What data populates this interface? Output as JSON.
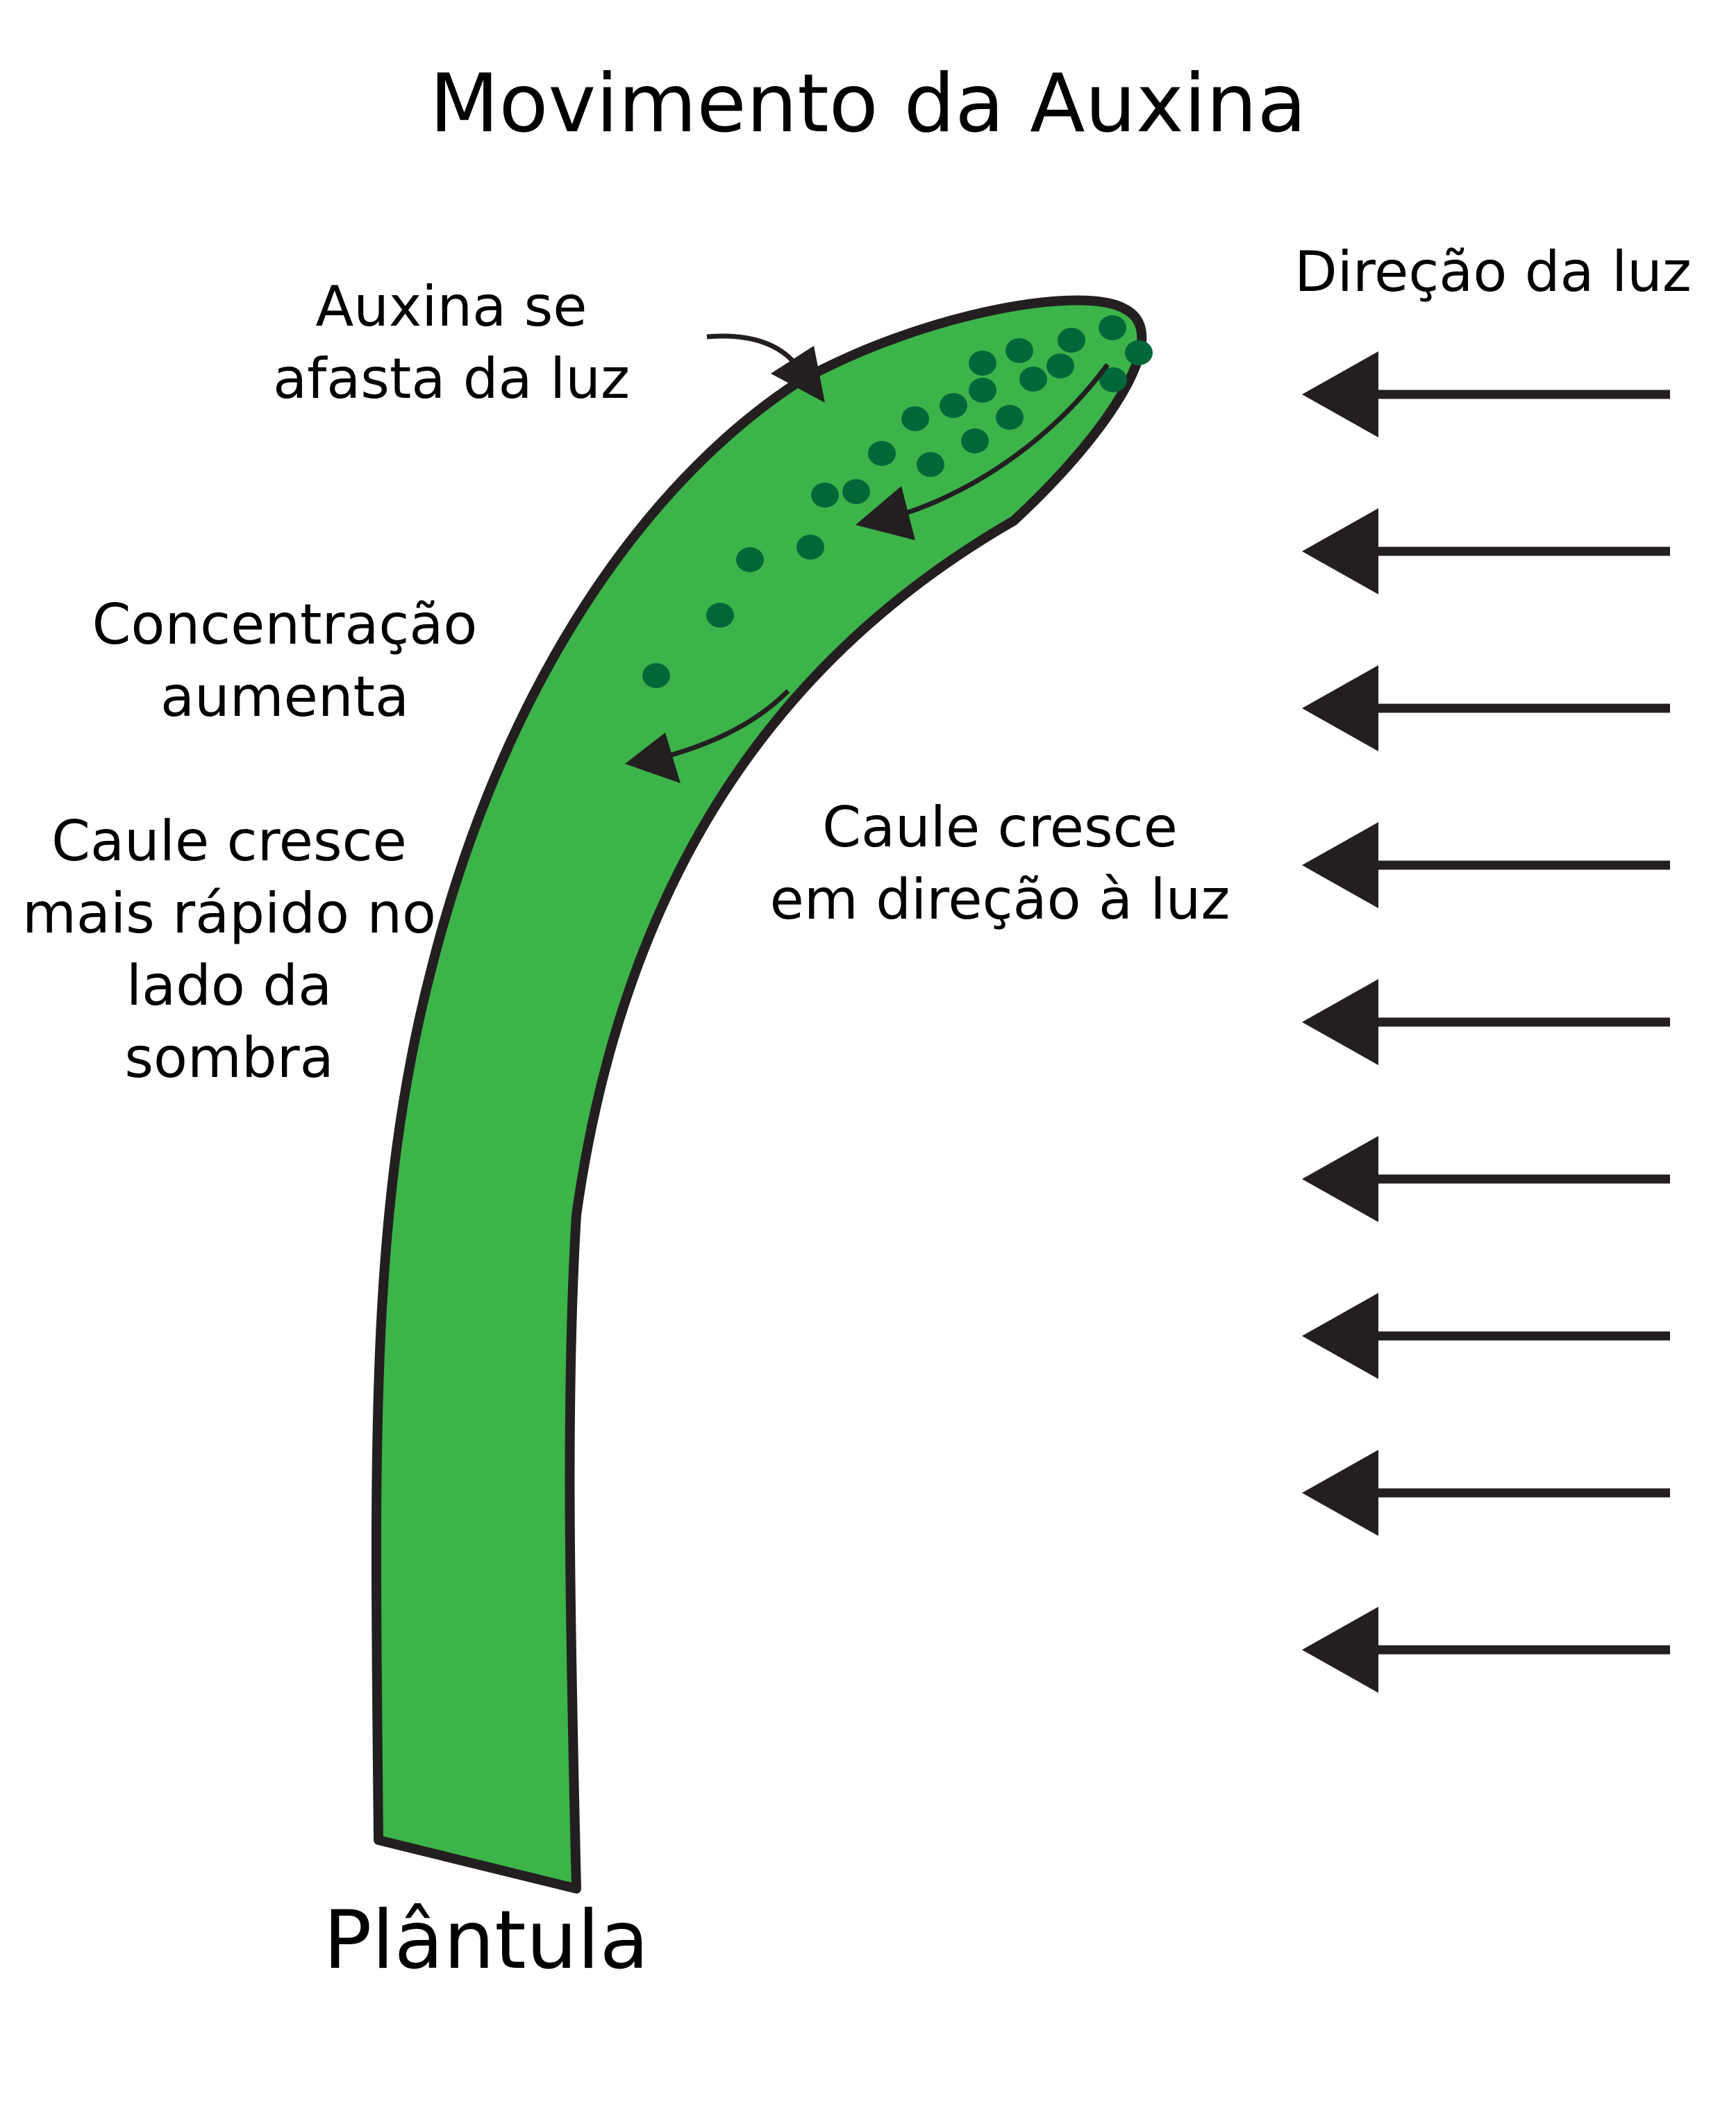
{
  "title": "Movimento da Auxina",
  "labels": {
    "light_direction": "Direção da luz",
    "auxin_moves_away": [
      "Auxina se",
      "afasta da luz"
    ],
    "concentration_increases": [
      "Concentração",
      "aumenta"
    ],
    "stem_grows_faster_shade": [
      "Caule cresce",
      "mais rápido no",
      "lado da",
      "sombra"
    ],
    "stem_grows_toward_light": [
      "Caule cresce",
      "em direção à luz"
    ],
    "seedling": "Plântula"
  },
  "light_arrow_count": 9,
  "colors": {
    "stem_fill": "#3cb44a",
    "stem_outline": "#231f20",
    "auxin_dots": "#006838",
    "arrows": "#231f20"
  }
}
